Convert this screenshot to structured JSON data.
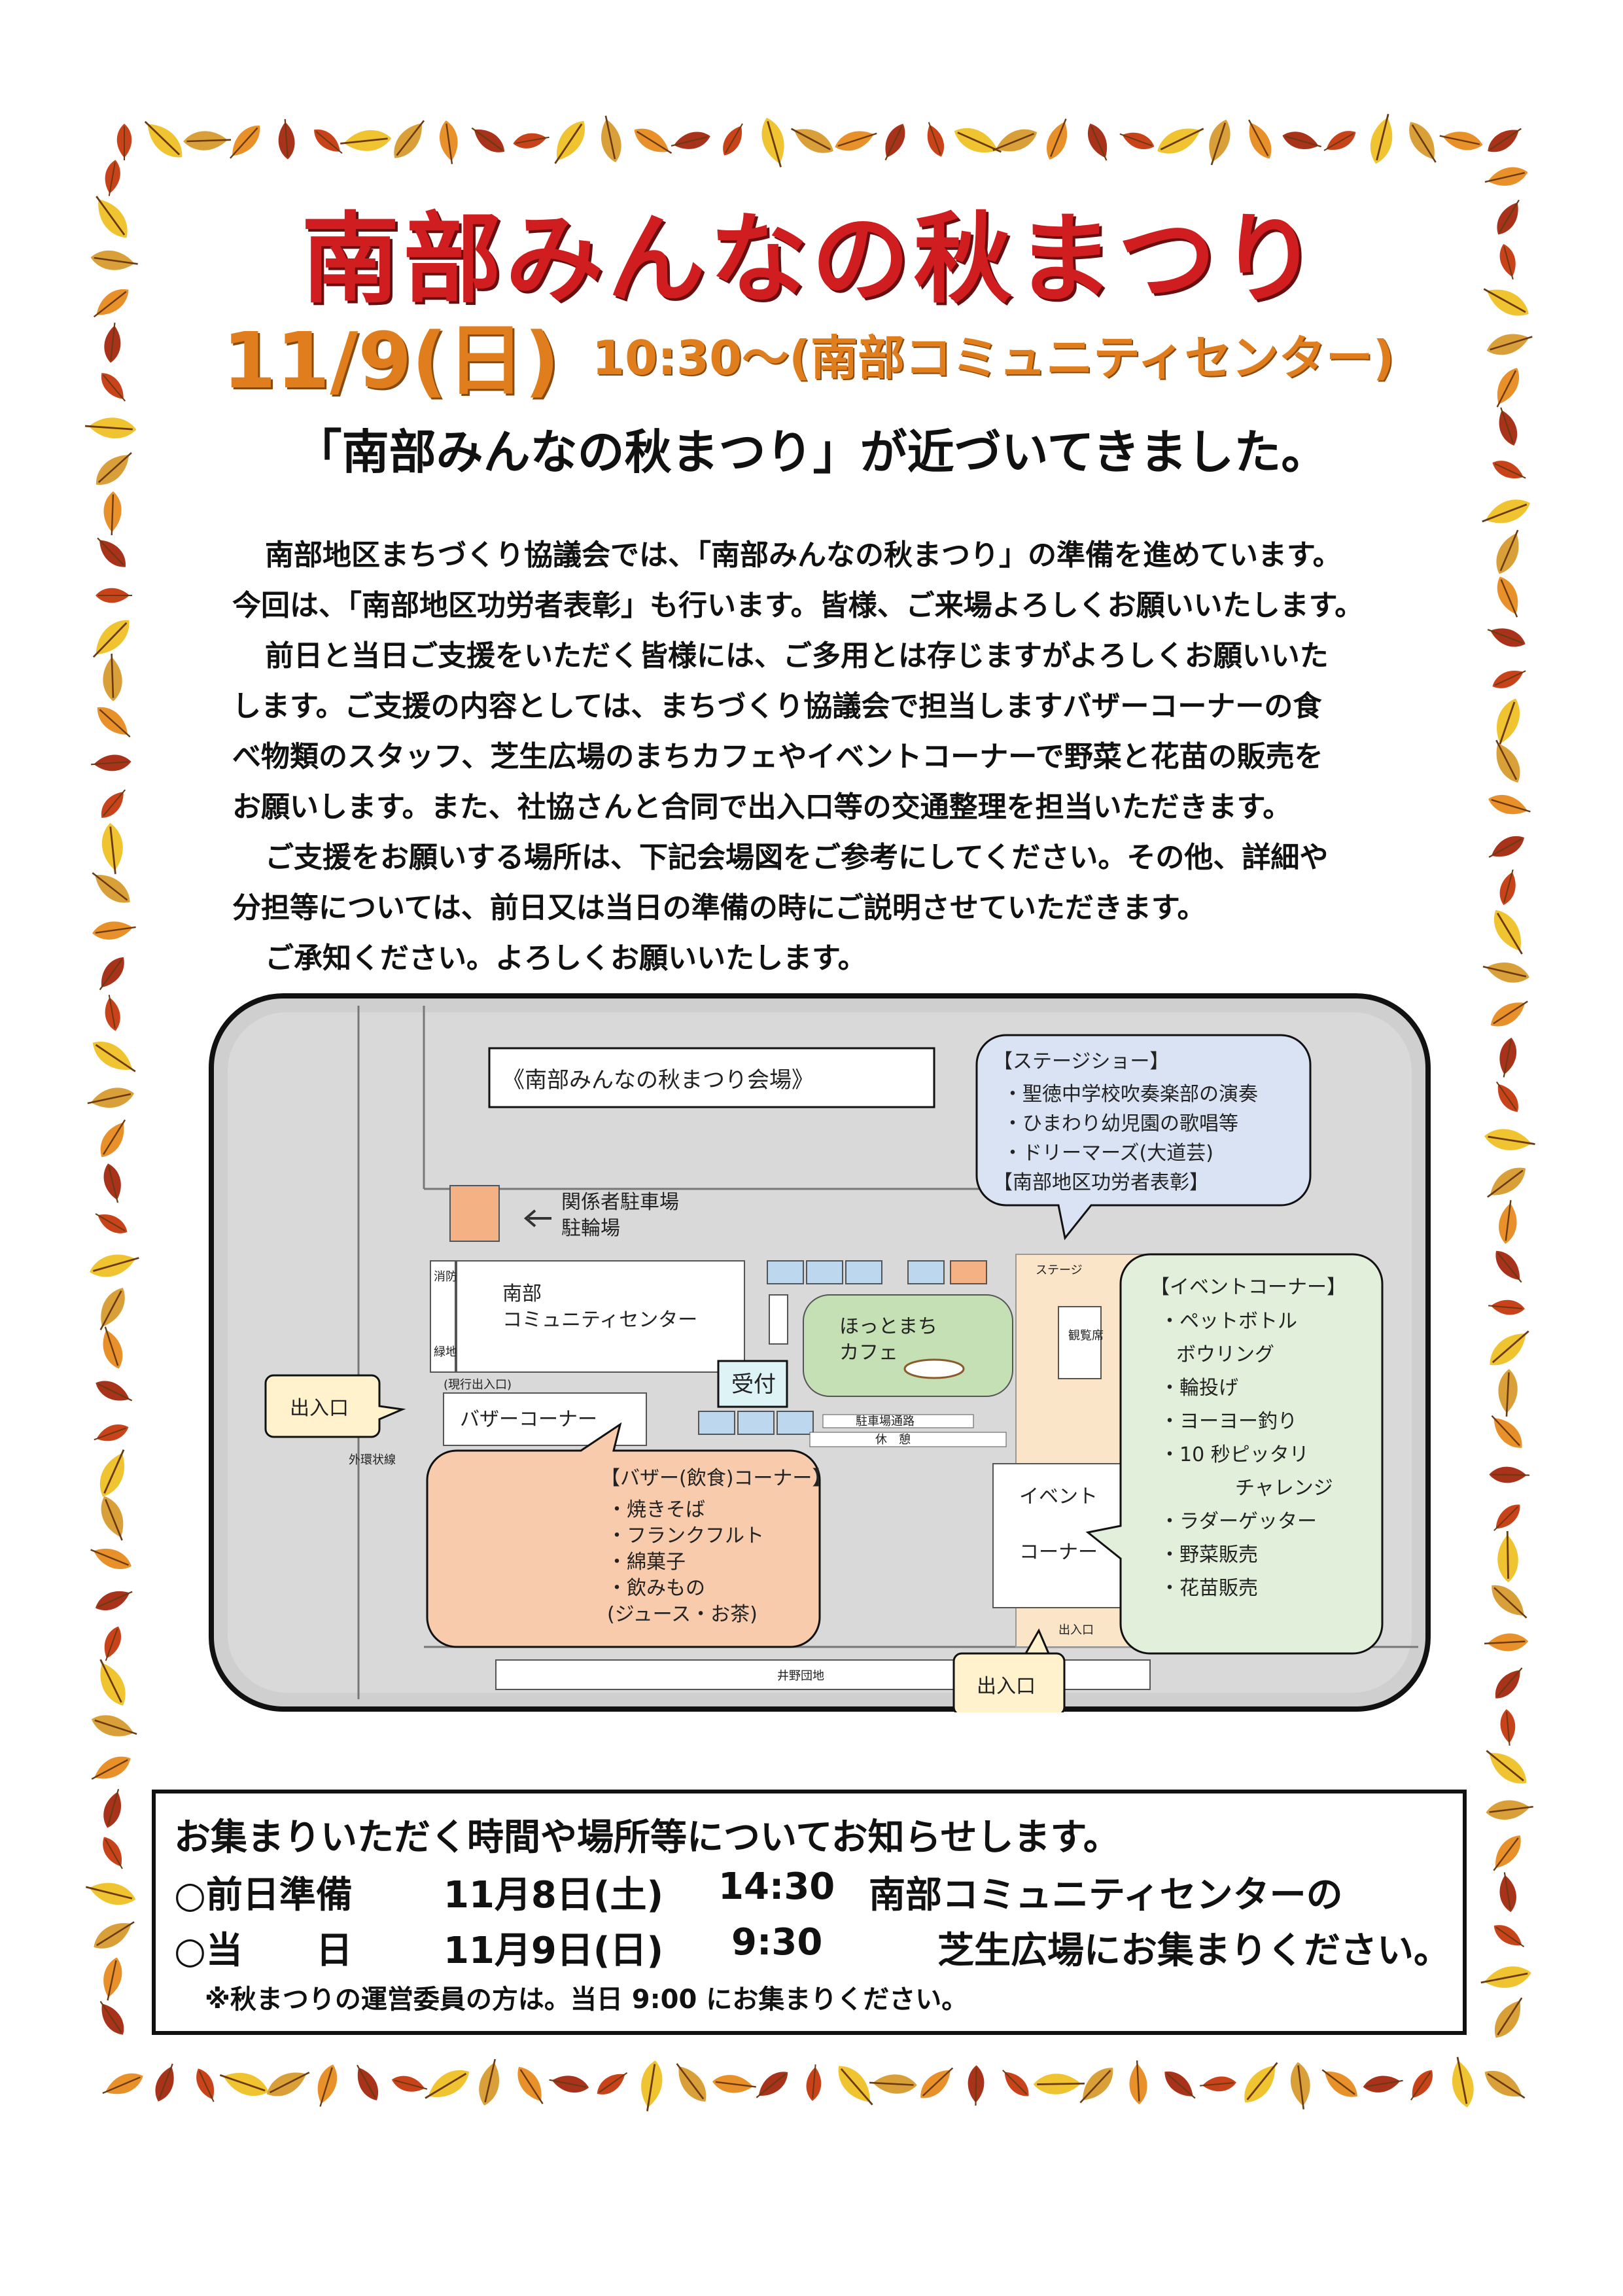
{
  "title": "南部みんなの秋まつり",
  "date": "11/9(日)",
  "date_sub": "10:30～(南部コミュニティセンター)",
  "headline": "「南部みんなの秋まつり」が近づいてきました。",
  "body": [
    "南部地区まちづくり協議会では、「南部みんなの秋まつり」の準備を進めています。",
    "今回は、「南部地区功労者表彰」も行います。皆様、ご来場よろしくお願いいたします。",
    "前日と当日ご支援をいただく皆様には、ご多用とは存じますがよろしくお願いいた",
    "します。ご支援の内容としては、まちづくり協議会で担当しますバザーコーナーの食",
    "べ物類のスタッフ、芝生広場のまちカフェやイベントコーナーで野菜と花苗の販売を",
    "お願いします。また、社協さんと合同で出入口等の交通整理を担当いただきます。",
    "ご支援をお願いする場所は、下記会場図をご参考にしてください。その他、詳細や",
    "分担等については、前日又は当日の準備の時にご説明させていただきます。",
    "ご承知ください。よろしくお願いいたします。"
  ],
  "map": {
    "title": "《南部みんなの秋まつり会場》",
    "parking": [
      "関係者駐車場",
      "駐輪場"
    ],
    "center": [
      "南部",
      "コミュニティセンター"
    ],
    "fire": "消防車庫",
    "green": "緑地",
    "cafe": [
      "ほっとまち",
      "カフェ"
    ],
    "reception": "受付",
    "bazaar": "バザーコーナー",
    "entrance_left": "出入口",
    "entrance_bottom": "出入口",
    "current_exit": "(現行出入口)",
    "outer_road": "外環状線",
    "parking_row": "駐車場通路",
    "rest": "休　憩",
    "stage": "ステージ",
    "seats": "観覧席",
    "event": [
      "イベント",
      "コーナー"
    ],
    "exit_small": "出入口",
    "danchi": "井野団地",
    "stage_box": {
      "header": "【ステージショー】",
      "items": [
        "・聖徳中学校吹奏楽部の演奏",
        "・ひまわり幼児園の歌唱等",
        "・ドリーマーズ(大道芸)"
      ],
      "footer": "【南部地区功労者表彰】"
    },
    "event_box": {
      "header": "【イベントコーナー】",
      "items": [
        "・ペットボトル",
        "ボウリング",
        "・輪投げ",
        "・ヨーヨー釣り",
        "・10 秒ピッタリ",
        "チャレンジ",
        "・ラダーゲッター",
        "・野菜販売",
        "・花苗販売"
      ]
    },
    "bazaar_box": {
      "header": "【バザー(飲食)コーナー】",
      "items": [
        "・焼きそば",
        "・フランクフルト",
        "・綿菓子",
        "・飲みもの",
        "(ジュース・お茶)"
      ]
    }
  },
  "info": {
    "heading": "お集まりいただく時間や場所等についてお知らせします。",
    "row1": {
      "label": "○前日準備",
      "date": "11月8日(土)",
      "time": "14:30",
      "place": "南部コミュニティセンターの"
    },
    "row2": {
      "label": "○当　　日",
      "date": "11月9日(日)",
      "time": "9:30",
      "place": "芝生広場にお集まりください。"
    },
    "note": "※秋まつりの運営委員の方は。当日 9:00 にお集まりください。"
  },
  "colors": {
    "title": "#cf1d20",
    "date": "#e07d1c",
    "leaf_red": "#c8421a",
    "leaf_orange": "#e8902a",
    "leaf_yellow": "#f0c330"
  }
}
